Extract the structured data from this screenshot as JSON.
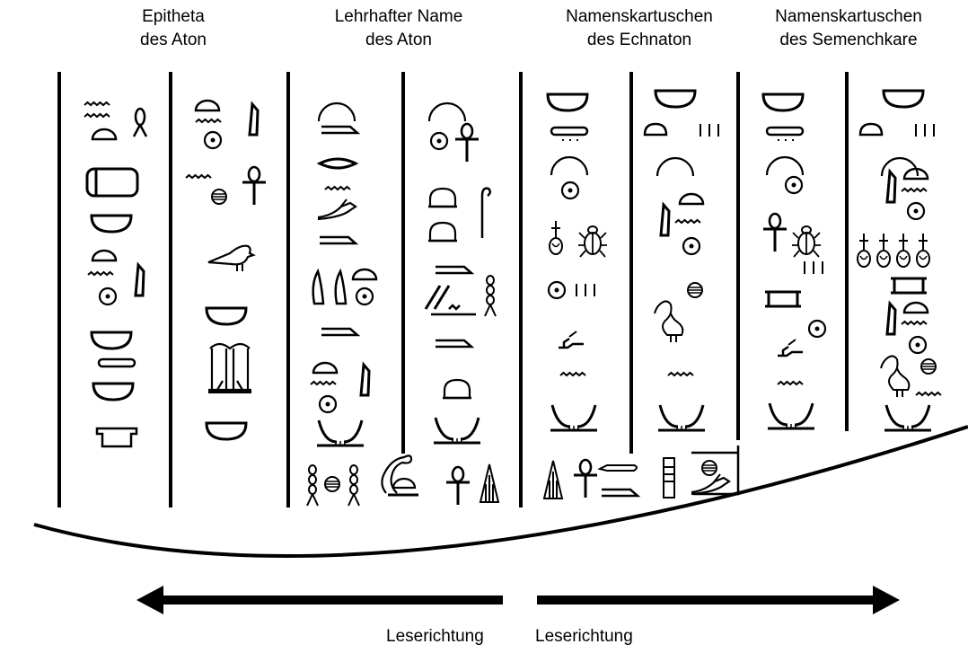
{
  "headers": [
    {
      "line1": "Epitheta",
      "line2": "des Aton"
    },
    {
      "line1": "Lehrhafter Name",
      "line2": "des Aton"
    },
    {
      "line1": "Namenskartuschen",
      "line2": "des Echnaton"
    },
    {
      "line1": "Namenskartuschen",
      "line2": "des Semenchkare"
    }
  ],
  "reading_direction": {
    "left": "Leserichtung",
    "right": "Leserichtung"
  }
}
